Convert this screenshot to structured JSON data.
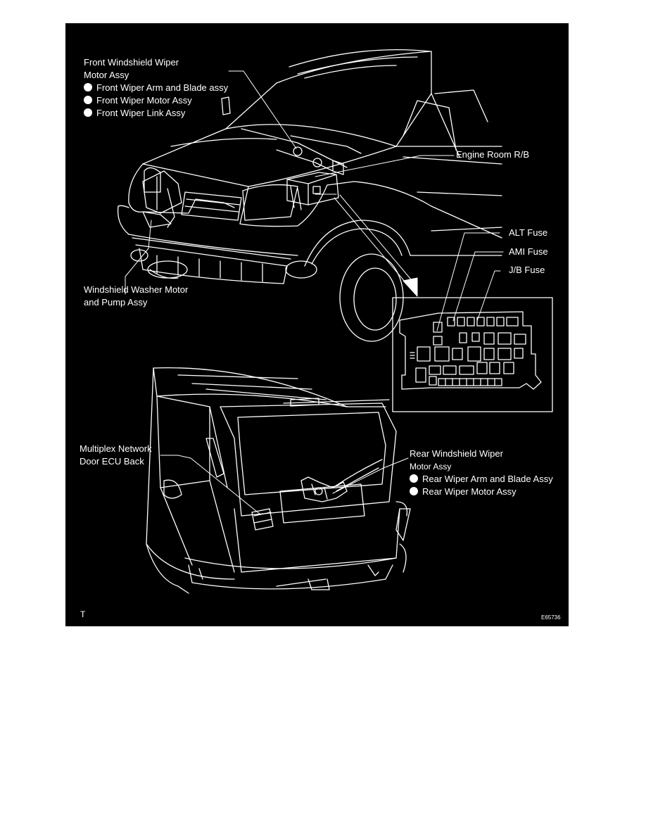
{
  "labels": {
    "front_wiper_title_1": "Front Windshield Wiper",
    "front_wiper_title_2": "Motor Assy",
    "front_wiper_items": [
      "Front Wiper Arm and Blade assy",
      "Front Wiper Motor Assy",
      "Front Wiper Link Assy"
    ],
    "engine_room_rb": "Engine Room R/B",
    "alt_fuse": "ALT Fuse",
    "ami_fuse": "AMI Fuse",
    "jb_fuse": "J/B Fuse",
    "washer_1": "Windshield Washer Motor",
    "washer_2": "and Pump Assy",
    "multiplex_1": "Multiplex Network",
    "multiplex_2": "Door ECU Back",
    "rear_wiper_title_1": "Rear Windshield Wiper",
    "rear_wiper_title_2": "Motor Assy",
    "rear_wiper_items": [
      "Rear Wiper Arm and Blade Assy",
      "Rear Wiper Motor Assy"
    ],
    "corner_mark": "T",
    "figure_code": "E65736"
  },
  "colors": {
    "background": "#000000",
    "line": "#ffffff"
  }
}
